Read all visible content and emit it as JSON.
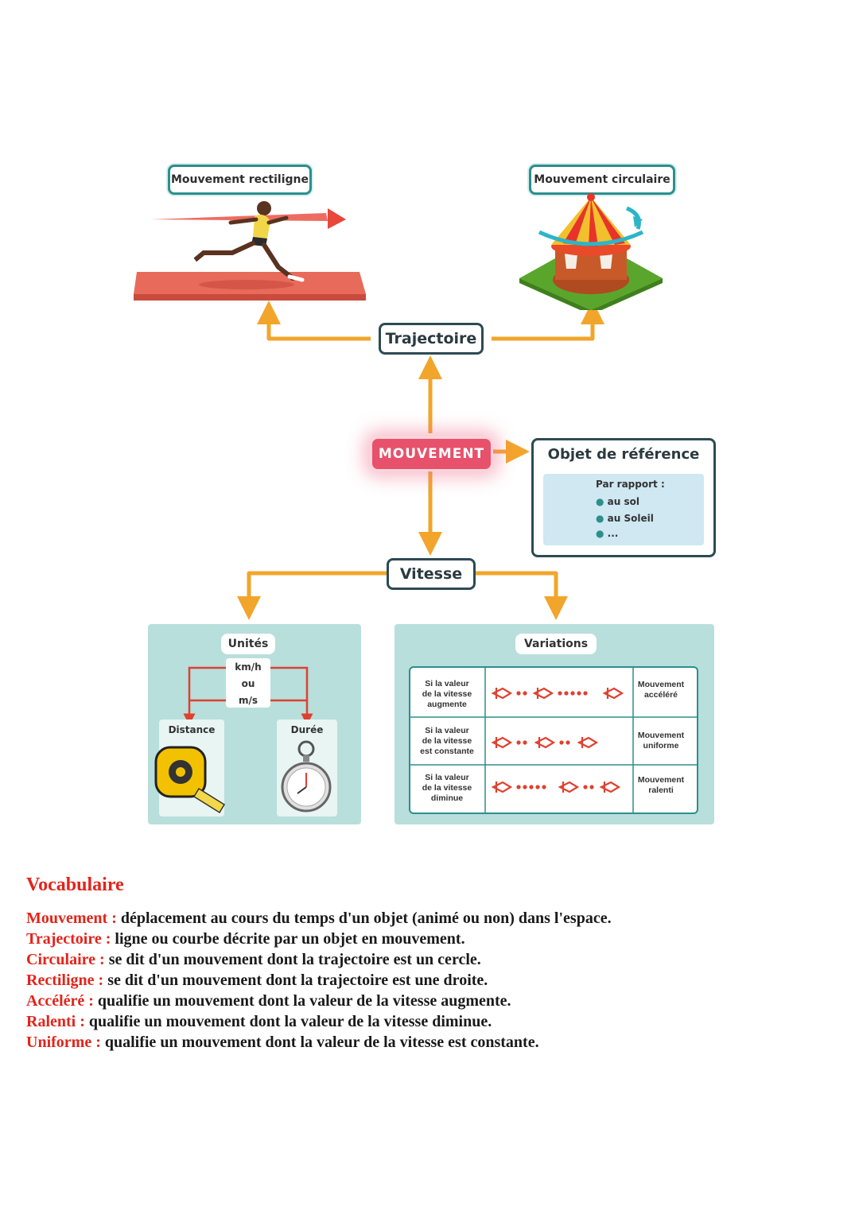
{
  "diagram": {
    "center": "MOUVEMENT",
    "trajectoire": {
      "label": "Trajectoire",
      "left": "Mouvement rectiligne",
      "right": "Mouvement circulaire"
    },
    "reference": {
      "title": "Objet de référence",
      "intro": "Par rapport :",
      "items": [
        "au sol",
        "au Soleil",
        "..."
      ]
    },
    "vitesse": {
      "label": "Vitesse",
      "unites": {
        "title": "Unités",
        "unit1": "km/h",
        "or": "ou",
        "unit2": "m/s",
        "distance": "Distance",
        "duree": "Durée"
      },
      "variations": {
        "title": "Variations",
        "rows": [
          {
            "condition": [
              "Si la valeur",
              "de la vitesse",
              "augmente"
            ],
            "result": [
              "Mouvement",
              "accéléré"
            ]
          },
          {
            "condition": [
              "Si la valeur",
              "de la vitesse",
              "est constante"
            ],
            "result": [
              "Mouvement",
              "uniforme"
            ]
          },
          {
            "condition": [
              "Si la valeur",
              "de la vitesse",
              "diminue"
            ],
            "result": [
              "Mouvement",
              "ralenti"
            ]
          }
        ]
      }
    }
  },
  "vocabulary": {
    "title": "Vocabulaire",
    "entries": [
      {
        "term": "Mouvement :",
        "definition": " déplacement au cours du temps d'un objet (animé ou non) dans l'espace."
      },
      {
        "term": "Trajectoire :",
        "definition": " ligne ou courbe décrite par un objet en mouvement."
      },
      {
        "term": "Circulaire :",
        "definition": " se dit d'un mouvement dont la trajectoire est un cercle."
      },
      {
        "term": "Rectiligne :",
        "definition": " se dit d'un mouvement dont la trajectoire est une droite."
      },
      {
        "term": "Accéléré :",
        "definition": " qualifie un mouvement dont la valeur de la vitesse augmente."
      },
      {
        "term": "Ralenti :",
        "definition": " qualifie un mouvement dont la valeur de la vitesse diminue."
      },
      {
        "term": "Uniforme :",
        "definition": " qualifie un mouvement dont la valeur de la vitesse est constante."
      }
    ]
  },
  "colors": {
    "arrow": "#f2a52b",
    "teal": "#2c8f8c",
    "red": "#e1251b",
    "pink": "#e8516b",
    "panel": "#b8dfdc"
  }
}
